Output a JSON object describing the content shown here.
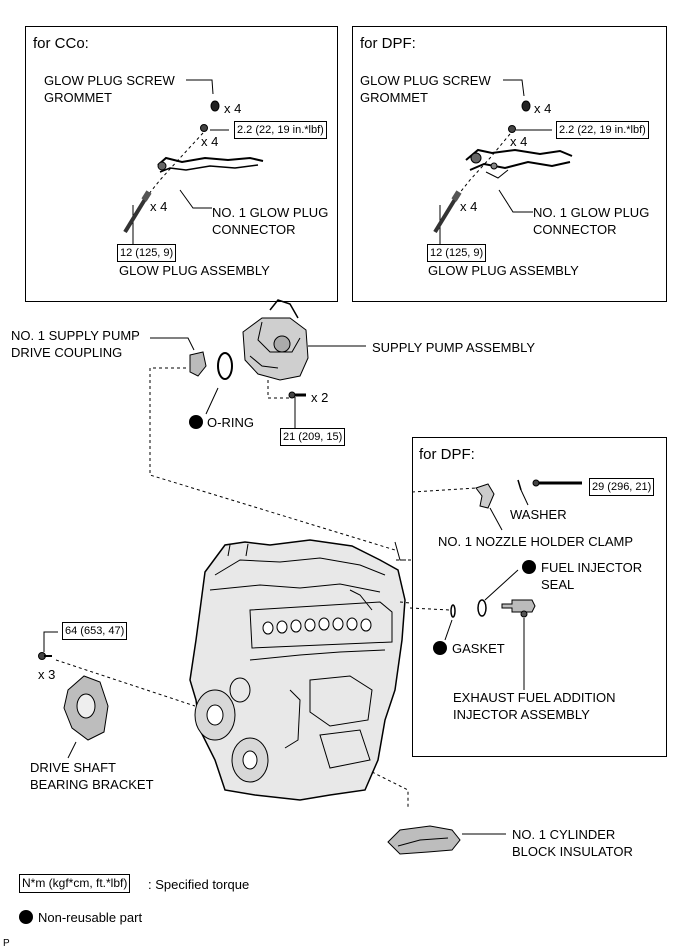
{
  "panel_cco": {
    "title": "for CCo:",
    "grommet_label_1": "GLOW PLUG SCREW",
    "grommet_label_2": "GROMMET",
    "grommet_qty": "x 4",
    "nut_qty": "x 4",
    "nut_torque": "2.2 (22, 19 in.*lbf)",
    "plug_qty": "x 4",
    "connector_label_1": "NO. 1 GLOW PLUG",
    "connector_label_2": "CONNECTOR",
    "plug_torque": "12 (125, 9)",
    "plug_label": "GLOW PLUG ASSEMBLY"
  },
  "panel_dpf_top": {
    "title": "for DPF:",
    "grommet_label_1": "GLOW PLUG SCREW",
    "grommet_label_2": "GROMMET",
    "grommet_qty": "x 4",
    "nut_qty": "x 4",
    "nut_torque": "2.2 (22, 19 in.*lbf)",
    "plug_qty": "x 4",
    "connector_label_1": "NO. 1 GLOW PLUG",
    "connector_label_2": "CONNECTOR",
    "plug_torque": "12 (125, 9)",
    "plug_label": "GLOW PLUG ASSEMBLY"
  },
  "main": {
    "coupling_label_1": "NO. 1 SUPPLY PUMP",
    "coupling_label_2": "DRIVE COUPLING",
    "pump_label": "SUPPLY PUMP ASSEMBLY",
    "oring_label": "O-RING",
    "bolt_qty": "x 2",
    "pump_torque": "21 (209, 15)",
    "bracket_torque": "64 (653, 47)",
    "bracket_qty": "x 3",
    "bracket_label_1": "DRIVE SHAFT",
    "bracket_label_2": "BEARING BRACKET",
    "insulator_label_1": "NO. 1 CYLINDER",
    "insulator_label_2": "BLOCK INSULATOR"
  },
  "panel_dpf_bottom": {
    "title": "for DPF:",
    "bolt_torque": "29 (296, 21)",
    "washer_label": "WASHER",
    "clamp_label": "NO. 1 NOZZLE HOLDER CLAMP",
    "seal_label_1": "FUEL INJECTOR",
    "seal_label_2": "SEAL",
    "gasket_label": "GASKET",
    "injector_label_1": "EXHAUST FUEL ADDITION",
    "injector_label_2": "INJECTOR ASSEMBLY"
  },
  "legend": {
    "torque_key": "N*m (kgf*cm, ft.*lbf)",
    "torque_desc": ": Specified torque",
    "nonreusable_desc": "Non-reusable part"
  },
  "page_code": "P"
}
